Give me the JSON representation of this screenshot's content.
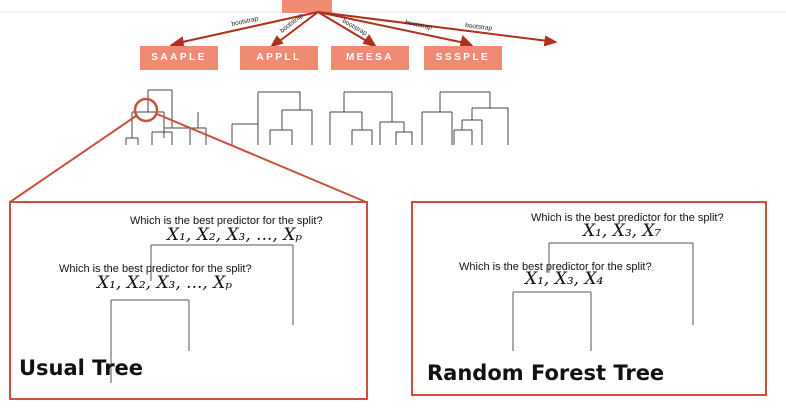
{
  "bootstrap_label": "bootstrap",
  "samples": [
    "SAAPLE",
    "APPLL",
    "MEESA",
    "SSSPLE"
  ],
  "colors": {
    "accent": "#c8523a",
    "sample_fill": "#ef8a73"
  },
  "usual_tree": {
    "title": "Usual Tree",
    "question_root": "Which is the best predictor for the split?",
    "predictors_root": "X₁, X₂, X₃, ..., Xₚ",
    "question_child": "Which is the best predictor for the split?",
    "predictors_child": "X₁, X₂, X₃, ..., Xₚ"
  },
  "random_forest_tree": {
    "title": "Random Forest Tree",
    "question_root": "Which is the best predictor for the split?",
    "predictors_root": "X₁, X₃, X₇",
    "question_child": "Which is the best predictor for the split?",
    "predictors_child": "X₁, X₃, X₄"
  }
}
